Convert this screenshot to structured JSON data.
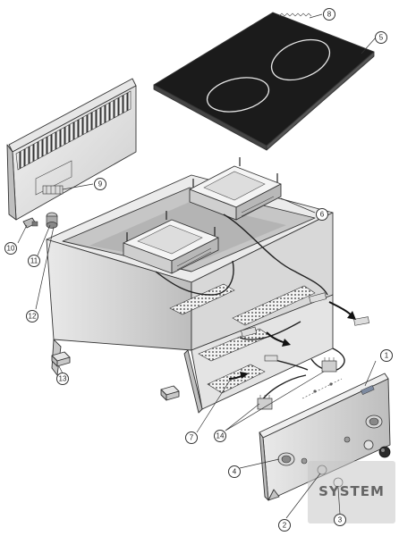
{
  "diagram": {
    "callouts": [
      {
        "id": "1",
        "label": "1"
      },
      {
        "id": "2",
        "label": "2"
      },
      {
        "id": "3",
        "label": "3"
      },
      {
        "id": "4",
        "label": "4"
      },
      {
        "id": "5",
        "label": "5"
      },
      {
        "id": "6",
        "label": "6"
      },
      {
        "id": "7",
        "label": "7"
      },
      {
        "id": "8",
        "label": "8"
      },
      {
        "id": "9",
        "label": "9"
      },
      {
        "id": "10",
        "label": "10"
      },
      {
        "id": "11",
        "label": "11"
      },
      {
        "id": "12",
        "label": "12"
      },
      {
        "id": "13",
        "label": "13"
      },
      {
        "id": "14",
        "label": "14"
      }
    ],
    "watermark": {
      "text": "SYSTEM"
    },
    "colors": {
      "glass": "#1a1a1a",
      "steel_light": "#ececec",
      "steel_mid": "#cfcfcf",
      "steel_dark": "#9a9a9a"
    }
  }
}
